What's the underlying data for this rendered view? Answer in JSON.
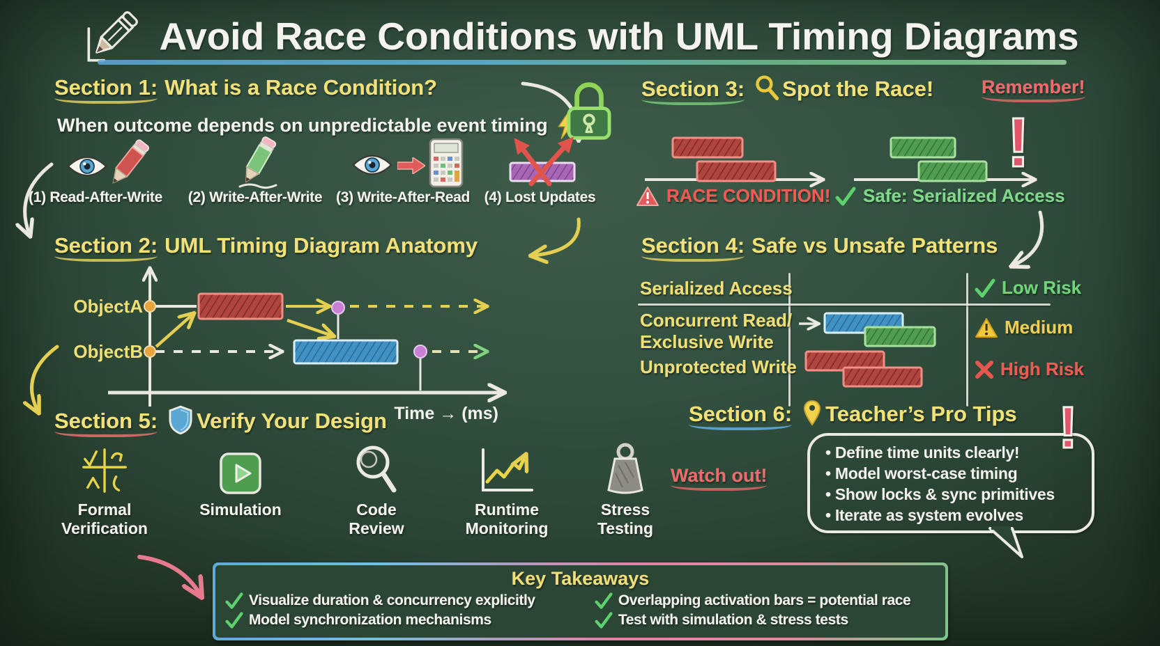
{
  "colors": {
    "board_green": "#2e4637",
    "chalk_white": "#f1efe7",
    "chalk_yellow": "#f2e176",
    "chalk_red": "#ef6b6b",
    "chalk_green": "#7fd98b",
    "chalk_blue": "#58a7d4",
    "bar_red": "#b5443e",
    "bar_green": "#4f9e50",
    "bar_blue": "#4092c4",
    "bar_purple": "#a866b5"
  },
  "title": {
    "text": "Avoid Race Conditions with UML Timing Diagrams",
    "icon": "pencil-icon"
  },
  "section1": {
    "label": "Section 1:",
    "heading": "What is a Race Condition?",
    "subtitle": "When outcome depends on unpredictable event timing",
    "items": [
      {
        "num": "(1)",
        "name": "Read-After-Write",
        "icon": "eye-and-red-pencil"
      },
      {
        "num": "(2)",
        "name": "Write-After-Write",
        "icon": "green-pencil"
      },
      {
        "num": "(3)",
        "name": "Write-After-Read",
        "icon": "eye-arrow-calculator"
      },
      {
        "num": "(4)",
        "name": "Lost Updates",
        "icon": "crossed-arrows-over-bar"
      }
    ]
  },
  "section2": {
    "label": "Section 2:",
    "heading": "UML Timing Diagram Anatomy",
    "lifelines": [
      "ObjectA",
      "ObjectB"
    ],
    "time_axis_label": "Time → (ms)"
  },
  "section3": {
    "label": "Section 3:",
    "heading": "Spot the Race!",
    "remember": "Remember!",
    "exclaim": "!",
    "race_caption": "RACE CONDITION!",
    "safe_caption": "Safe: Serialized Access"
  },
  "section4": {
    "label": "Section 4:",
    "heading": "Safe vs Unsafe Patterns",
    "rows": [
      {
        "pattern": "Serialized Access",
        "risk": "Low Risk"
      },
      {
        "pattern": "Concurrent Read/",
        "pattern2": "Exclusive Write",
        "risk": "Medium"
      },
      {
        "pattern": "Unprotected Write",
        "risk": "High Risk"
      }
    ]
  },
  "section5": {
    "label": "Section 5:",
    "heading": "Verify Your Design",
    "methods": [
      "Formal Verification",
      "Simulation",
      "Code Review",
      "Runtime Monitoring",
      "Stress Testing"
    ],
    "watch_out": "Watch out!"
  },
  "section6": {
    "label": "Section 6:",
    "heading": "Teacher’s Pro Tips",
    "exclaim": "!",
    "tips": [
      "Define time units clearly!",
      "Model worst-case timing",
      "Show locks & sync primitives",
      "Iterate as system evolves"
    ]
  },
  "takeaways": {
    "title": "Key Takeaways",
    "items": [
      "Visualize duration & concurrency explicitly",
      "Overlapping activation bars = potential race",
      "Model synchronization mechanisms",
      "Test with simulation & stress tests"
    ]
  }
}
